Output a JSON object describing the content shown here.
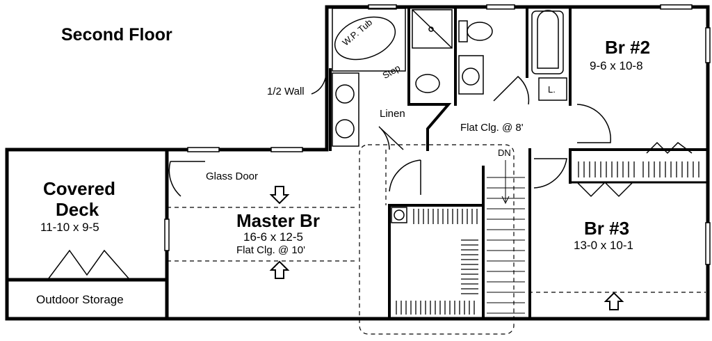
{
  "title": "Second Floor",
  "rooms": {
    "covered_deck": {
      "name_line1": "Covered",
      "name_line2": "Deck",
      "dims": "11-10 x 9-5"
    },
    "outdoor_storage": {
      "name": "Outdoor Storage"
    },
    "master_br": {
      "name": "Master Br",
      "dims": "16-6 x 12-5",
      "ceiling": "Flat Clg. @ 10'"
    },
    "br2": {
      "name": "Br #2",
      "dims": "9-6 x 10-8"
    },
    "br3": {
      "name": "Br #3",
      "dims": "13-0 x 10-1"
    }
  },
  "notes": {
    "half_wall": "1/2 Wall",
    "glass_door": "Glass Door",
    "linen": "Linen",
    "hall_ceiling": "Flat Clg. @ 8'",
    "stair_down": "DN",
    "closet_l": "L.",
    "tub": "W.P. Tub",
    "step": "Step"
  }
}
